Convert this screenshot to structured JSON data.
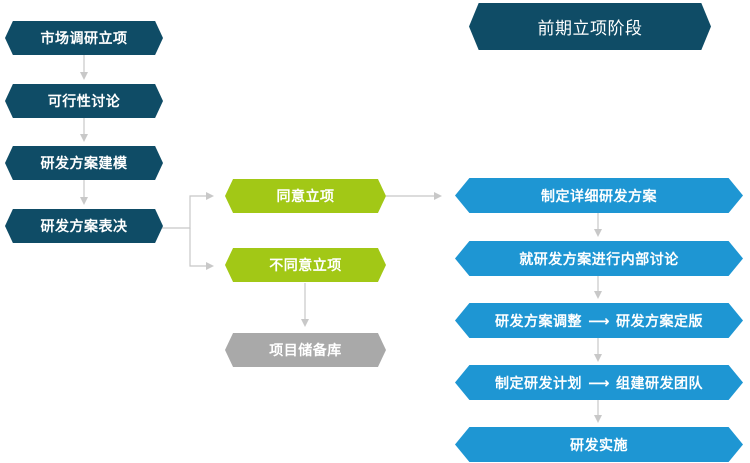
{
  "title": "前期立项阶段",
  "left_steps": [
    "市场调研立项",
    "可行性讨论",
    "研发方案建模",
    "研发方案表决"
  ],
  "branch": {
    "approve": "同意立项",
    "reject": "不同意立项",
    "reserve": "项目储备库"
  },
  "right_steps": {
    "s1": "制定详细研发方案",
    "s2": "就研发方案进行内部讨论",
    "s3_from": "研发方案调整",
    "s3_to": "研发方案定版",
    "s4_from": "制定研发计划",
    "s4_to": "组建研发团队",
    "s5": "研发实施"
  },
  "colors": {
    "dark": "#0f4c66",
    "green": "#a2c816",
    "gray": "#a9a9a9",
    "blue": "#1e96d3",
    "connector": "#c8c8c8"
  }
}
